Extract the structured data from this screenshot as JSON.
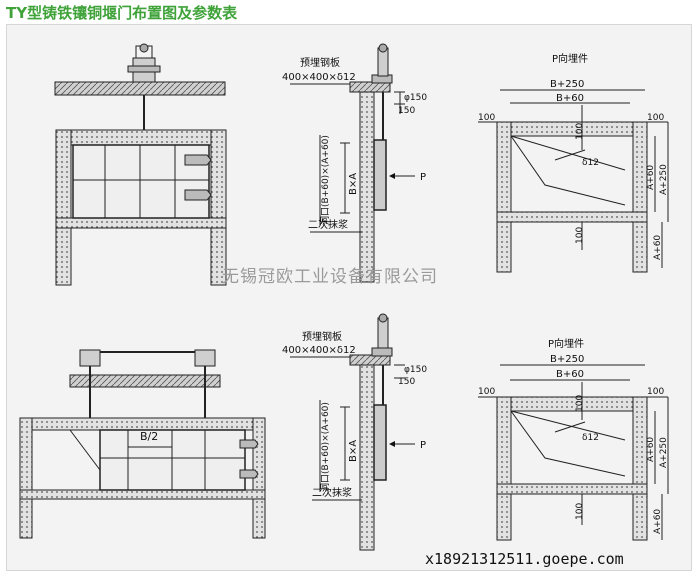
{
  "page": {
    "title": "TY型铸铁镶铜堰门布置图及参数表"
  },
  "watermark": "无锡冠欧工业设备有限公司",
  "footer": "x18921312511.goepe.com",
  "top_section": {
    "embed_plate_label": "预埋钢板",
    "embed_plate_size": "400×400×δ12",
    "phi": "φ150",
    "dim_150": "150",
    "opening_label": "洞口(B+60)×(A+60)",
    "gate_size": "B×A",
    "p_arrow": "P",
    "grout_label": "二次抹浆",
    "p_view_title": "P向埋件",
    "dim_b250": "B+250",
    "dim_b60": "B+60",
    "dim_100_left": "100",
    "dim_100_right": "100",
    "dim_100_top": "100",
    "dim_100_bottom": "100",
    "delta": "δ12",
    "dim_a60": "A+60",
    "dim_a250": "A+250",
    "dim_a60_low": "A+60"
  },
  "bottom_section": {
    "half_b": "B/2",
    "embed_plate_label": "预埋钢板",
    "embed_plate_size": "400×400×δ12",
    "phi": "φ150",
    "dim_150": "150",
    "opening_label": "洞口(B+60)×(A+60)",
    "gate_size": "B×A",
    "p_arrow": "P",
    "grout_label": "二次抹浆",
    "p_view_title": "P向埋件",
    "dim_b250": "B+250",
    "dim_b60": "B+60",
    "dim_100_left": "100",
    "dim_100_right": "100",
    "dim_100_top": "100",
    "dim_100_bottom": "100",
    "delta": "δ12",
    "dim_a60": "A+60",
    "dim_a250": "A+250",
    "dim_a60_low": "A+60"
  }
}
